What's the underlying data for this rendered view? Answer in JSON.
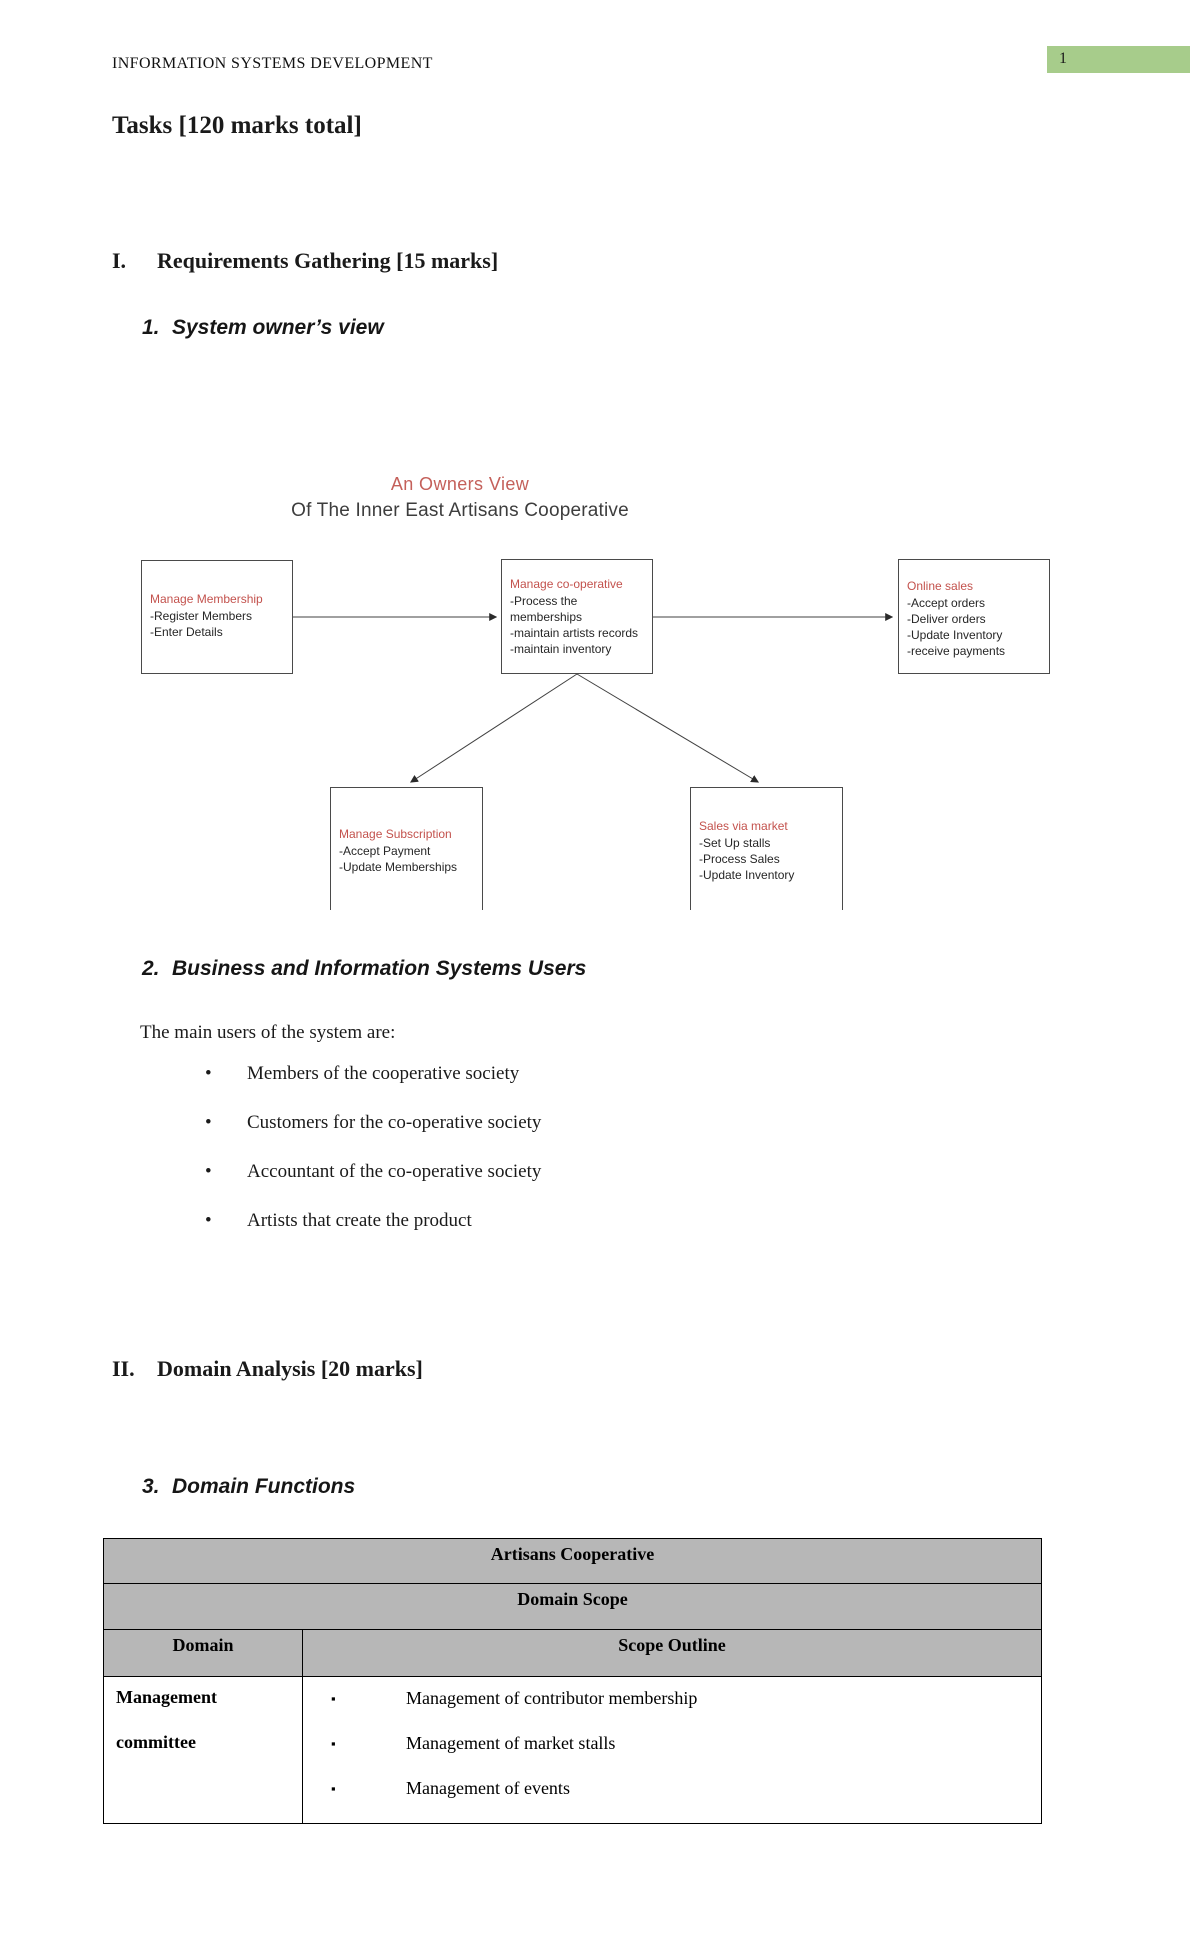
{
  "page": {
    "header": "INFORMATION SYSTEMS DEVELOPMENT",
    "page_number": "1",
    "title": "Tasks [120 marks total]"
  },
  "sections": {
    "s1": {
      "numeral": "I.",
      "title": "Requirements Gathering [15 marks]"
    },
    "h1": {
      "number": "1.",
      "title": "System owner’s view"
    },
    "h2": {
      "number": "2.",
      "title": "Business and Information Systems Users"
    },
    "s2": {
      "numeral": "II.",
      "title": "Domain Analysis [20 marks]"
    },
    "h3": {
      "number": "3.",
      "title": "Domain Functions"
    }
  },
  "diagram": {
    "title": "An Owners View",
    "subtitle": "Of The Inner East Artisans Cooperative",
    "accent_color": "#c4605a",
    "boxes": [
      {
        "title": "Manage Membership",
        "items": [
          "-Register Members",
          "-Enter Details"
        ]
      },
      {
        "title": "Manage co-operative",
        "items": [
          "-Process the",
          "memberships",
          "-maintain artists records",
          "-maintain inventory"
        ]
      },
      {
        "title": "Online sales",
        "items": [
          "-Accept orders",
          "-Deliver orders",
          "-Update Inventory",
          "-receive payments"
        ]
      },
      {
        "title": "Manage Subscription",
        "items": [
          "-Accept Payment",
          "-Update Memberships"
        ]
      },
      {
        "title": "Sales via market",
        "items": [
          "-Set Up stalls",
          "-Process Sales",
          "-Update Inventory"
        ]
      }
    ]
  },
  "users": {
    "intro": "The main users of the system are:",
    "bullets": [
      "Members of the cooperative society",
      "Customers for the co-operative society",
      "Accountant of the co-operative society",
      "Artists that create the product"
    ]
  },
  "table": {
    "title": "Artisans Cooperative",
    "subtitle": "Domain Scope",
    "col1_header": "Domain",
    "col2_header": "Scope Outline",
    "header_bg": "#b7b7b7",
    "rows": [
      {
        "domain_line1": "Management",
        "domain_line2": "committee",
        "scope_items": [
          "Management of contributor membership",
          "Management of market stalls",
          "Management of events"
        ]
      }
    ]
  },
  "colors": {
    "highlight_green": "#a7cc8b",
    "table_header_gray": "#b7b7b7"
  }
}
